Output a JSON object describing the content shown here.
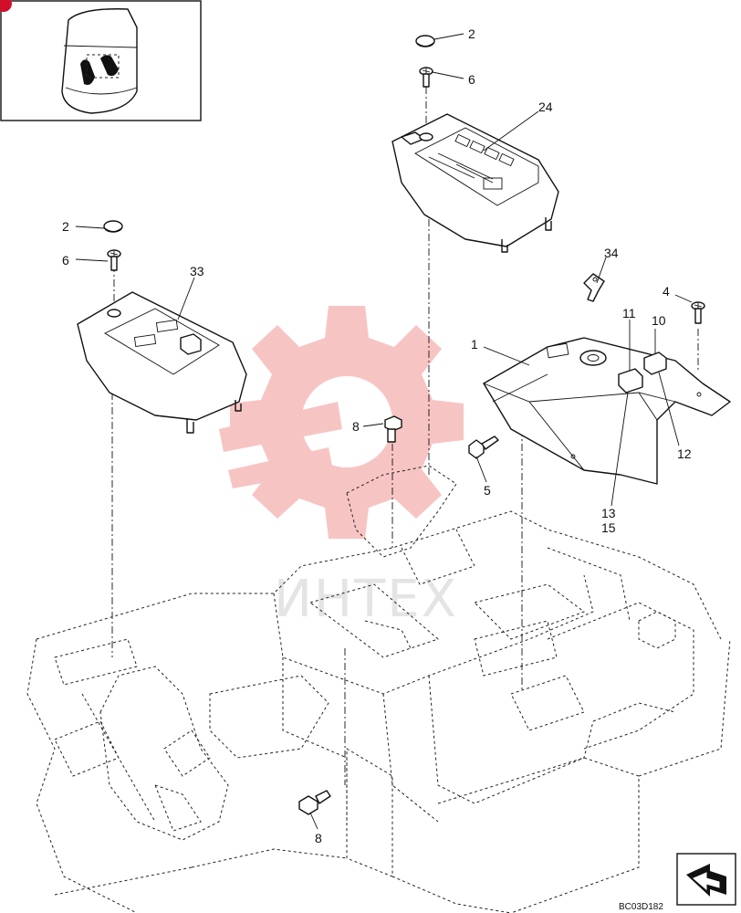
{
  "diagram": {
    "drawing_code": "BC03D182",
    "watermark_text": "ИНТЕХ",
    "callouts": [
      {
        "id": "c-2-top",
        "label": "2"
      },
      {
        "id": "c-6-top",
        "label": "6"
      },
      {
        "id": "c-24",
        "label": "24"
      },
      {
        "id": "c-2-left",
        "label": "2"
      },
      {
        "id": "c-6-left",
        "label": "6"
      },
      {
        "id": "c-33",
        "label": "33"
      },
      {
        "id": "c-34",
        "label": "34"
      },
      {
        "id": "c-4",
        "label": "4"
      },
      {
        "id": "c-11",
        "label": "11"
      },
      {
        "id": "c-10",
        "label": "10"
      },
      {
        "id": "c-1",
        "label": "1"
      },
      {
        "id": "c-8-mid",
        "label": "8"
      },
      {
        "id": "c-5",
        "label": "5"
      },
      {
        "id": "c-12",
        "label": "12"
      },
      {
        "id": "c-13",
        "label": "13"
      },
      {
        "id": "c-15",
        "label": "15"
      },
      {
        "id": "c-8-bottom",
        "label": "8"
      }
    ],
    "colors": {
      "line": "#111111",
      "watermark": "#f08a8a",
      "callout_badge": "#d0102a"
    }
  }
}
